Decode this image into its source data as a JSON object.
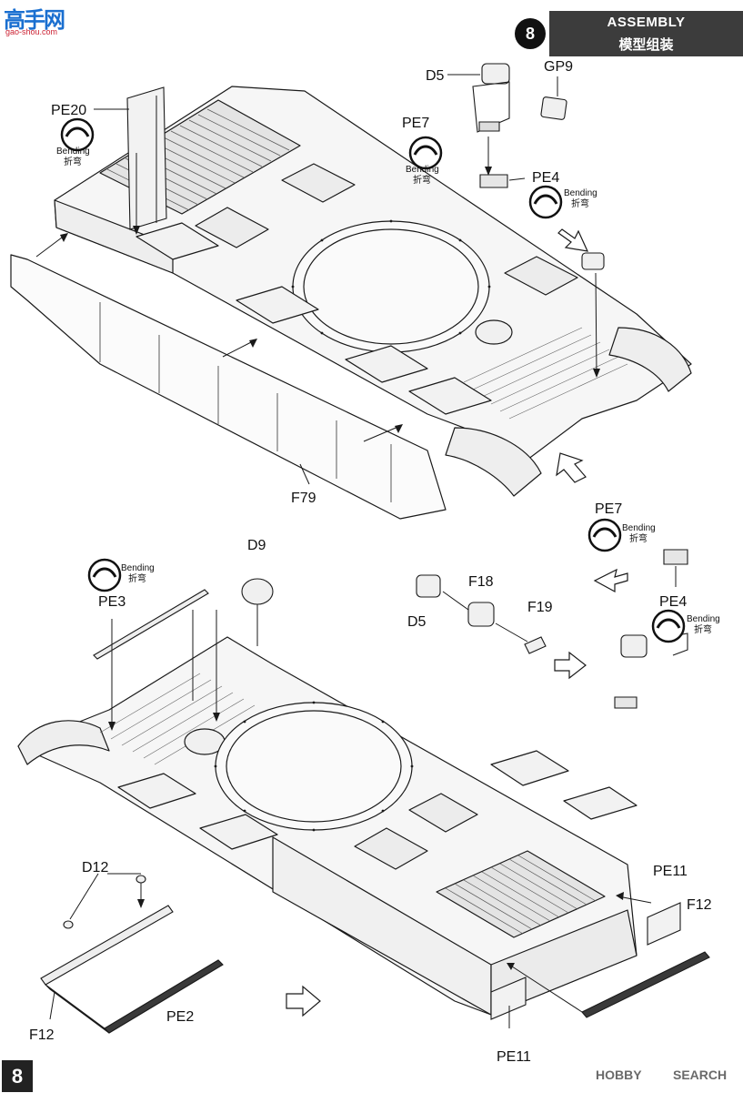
{
  "header": {
    "title_en": "ASSEMBLY",
    "title_zh": "模型组装",
    "step_number": "8"
  },
  "watermark_top": {
    "logo_text": "高手网",
    "url_text": "gao-shou.com"
  },
  "page_number": "8",
  "watermark_bottom": {
    "logo_text": "HOBBY",
    "search_text": "SEARCH"
  },
  "bending_note": {
    "en": "Bending",
    "zh": "折弯"
  },
  "upper_view": {
    "labels": {
      "pe20": "PE20",
      "d5": "D5",
      "gp9": "GP9",
      "pe7": "PE7",
      "pe4": "PE4",
      "f79": "F79"
    }
  },
  "lower_view": {
    "labels": {
      "d9": "D9",
      "pe3": "PE3",
      "pe7": "PE7",
      "pe4": "PE4",
      "d5": "D5",
      "f18": "F18",
      "f19": "F19",
      "d12": "D12",
      "pe11_top": "PE11",
      "f12_right": "F12",
      "f12_left": "F12",
      "pe2": "PE2",
      "pe11_bottom": "PE11"
    }
  }
}
